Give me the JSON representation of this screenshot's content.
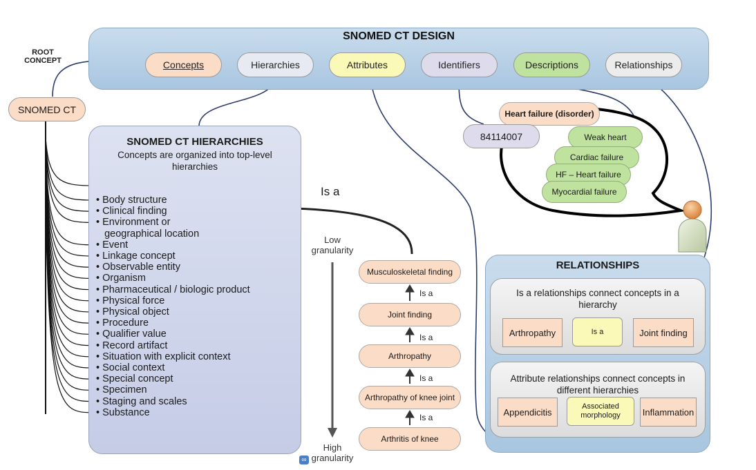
{
  "design": {
    "title": "SNOMED CT DESIGN",
    "components": {
      "concepts": "Concepts",
      "hierarchies": "Hierarchies",
      "attributes": "Attributes",
      "identifiers": "Identifiers",
      "descriptions": "Descriptions",
      "relationships": "Relationships"
    }
  },
  "root": {
    "label_line1": "ROOT",
    "label_line2": "CONCEPT",
    "name": "SNOMED CT"
  },
  "hierarchies_panel": {
    "title": "SNOMED CT HIERARCHIES",
    "subtitle": "Concepts are organized into top-level hierarchies",
    "items": [
      "Body structure",
      "Clinical finding",
      "Environment or",
      "geographical location",
      "Event",
      "Linkage concept",
      "Observable entity",
      "Organism",
      "Pharmaceutical / biologic product",
      "Physical force",
      "Physical object",
      "Procedure",
      "Qualifier value",
      "Record artifact",
      "Situation with explicit context",
      "Social context",
      "Special concept",
      "Specimen",
      "Staging and scales",
      "Substance"
    ]
  },
  "granularity": {
    "isa_label": "Is a",
    "low_line1": "Low",
    "low_line2": "granularity",
    "high_line1": "High",
    "high_line2": "granularity"
  },
  "isa_chain": {
    "concepts": [
      "Musculoskeletal finding",
      "Joint finding",
      "Arthropathy",
      "Arthropathy of knee joint",
      "Arthritis of knee"
    ],
    "edge_label": "Is a"
  },
  "description_example": {
    "fully_specified_name": "Heart failure (disorder)",
    "concept_id": "84114007",
    "synonyms": [
      "Weak heart",
      "Cardiac failure",
      "HF – Heart failure",
      "Myocardial failure"
    ]
  },
  "relationships_panel": {
    "title": "RELATIONSHIPS",
    "isa_description": "Is a  relationships connect concepts in a hierarchy",
    "isa_example": {
      "source": "Arthropathy",
      "type": "Is a",
      "destination": "Joint finding"
    },
    "attribute_description": "Attribute relationships connect concepts in different hierarchies",
    "attribute_example": {
      "source": "Appendicitis",
      "type": "Associated morphology",
      "destination": "Inflammation"
    }
  },
  "colors": {
    "panel_blue": "#b8d1e7",
    "concept_peach": "#fbdcc6",
    "attribute_yellow": "#fbf9b7",
    "identifier_lavender": "#dddbec",
    "description_green": "#bfe29f",
    "relationship_grey": "#ececec",
    "hierarchy_panel": "#d1d6ec"
  },
  "icons": {
    "person": "person-icon",
    "link": "link-icon"
  }
}
